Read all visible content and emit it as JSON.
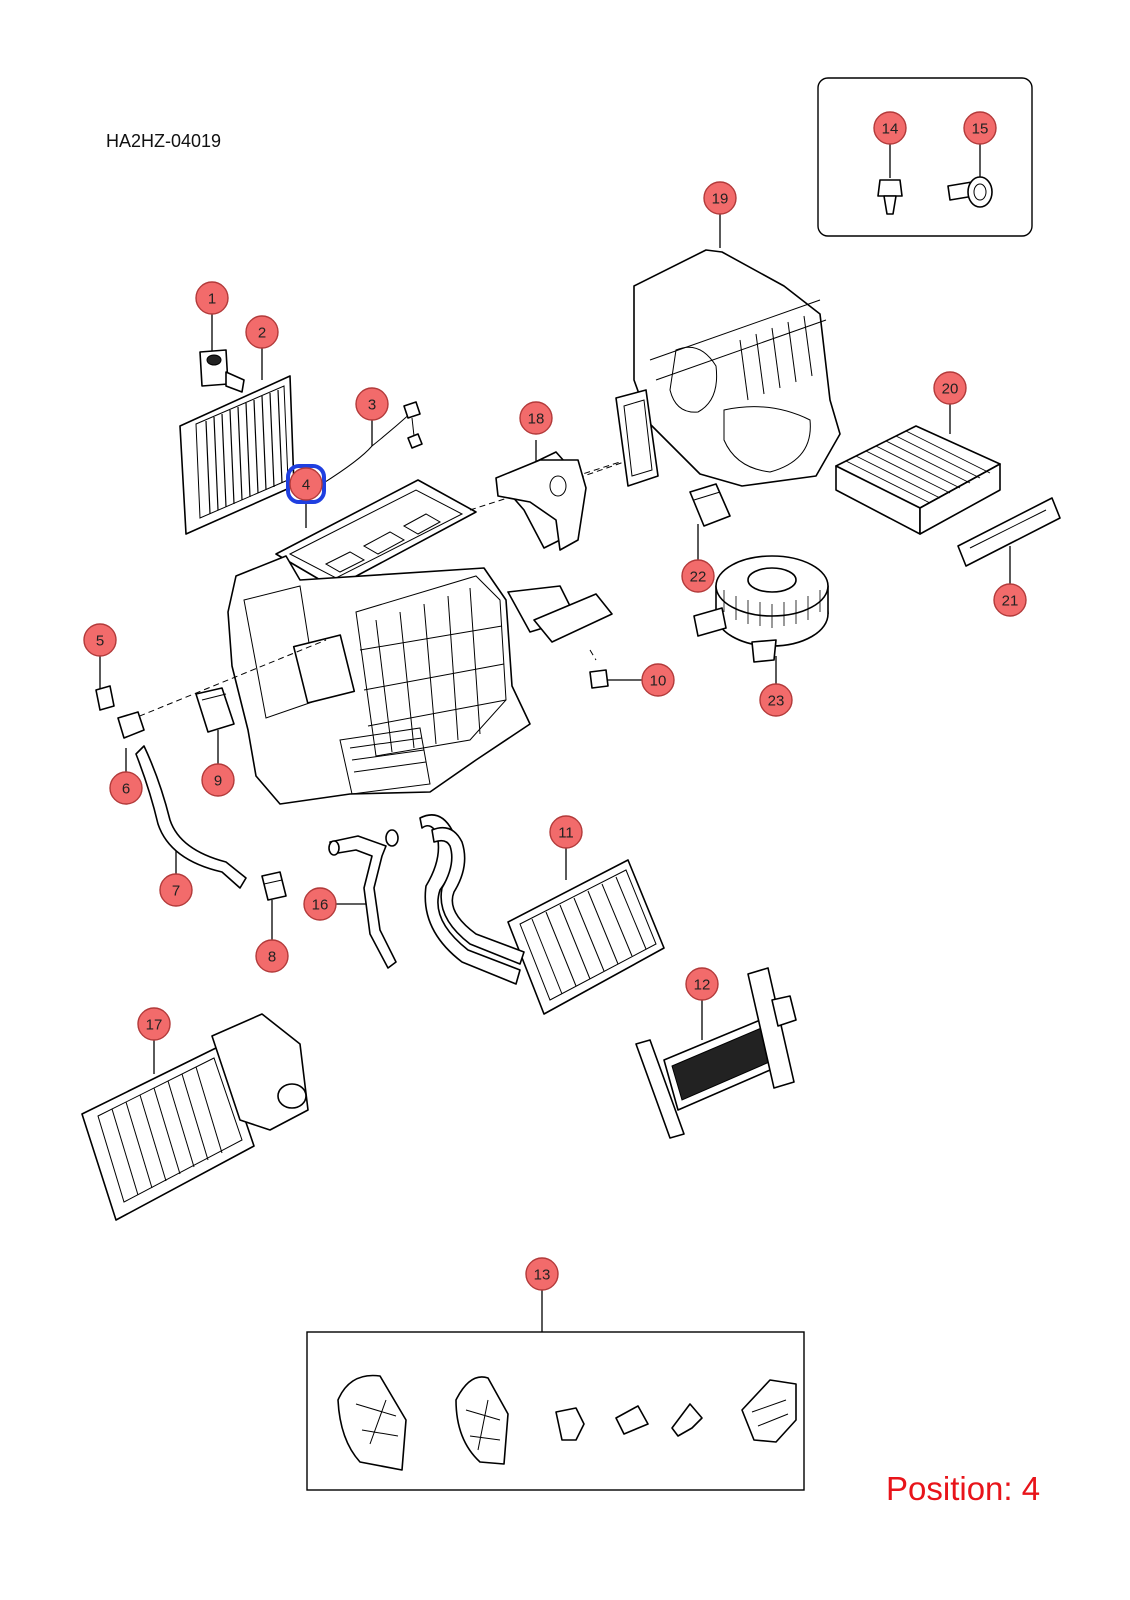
{
  "drawing_code": "HA2HZ-04019",
  "position_prefix": "Position:",
  "position_value": "4",
  "callouts": [
    {
      "n": "1"
    },
    {
      "n": "2"
    },
    {
      "n": "3"
    },
    {
      "n": "4",
      "selected": true
    },
    {
      "n": "5"
    },
    {
      "n": "6"
    },
    {
      "n": "7"
    },
    {
      "n": "8"
    },
    {
      "n": "9"
    },
    {
      "n": "10"
    },
    {
      "n": "11"
    },
    {
      "n": "12"
    },
    {
      "n": "13"
    },
    {
      "n": "14"
    },
    {
      "n": "15"
    },
    {
      "n": "16"
    },
    {
      "n": "17"
    },
    {
      "n": "18"
    },
    {
      "n": "19"
    },
    {
      "n": "20"
    },
    {
      "n": "21"
    },
    {
      "n": "22"
    },
    {
      "n": "23"
    }
  ],
  "colors": {
    "callout_fill": "#f26b6b",
    "highlight": "#1f3fe0",
    "position_text": "#e8141a"
  }
}
